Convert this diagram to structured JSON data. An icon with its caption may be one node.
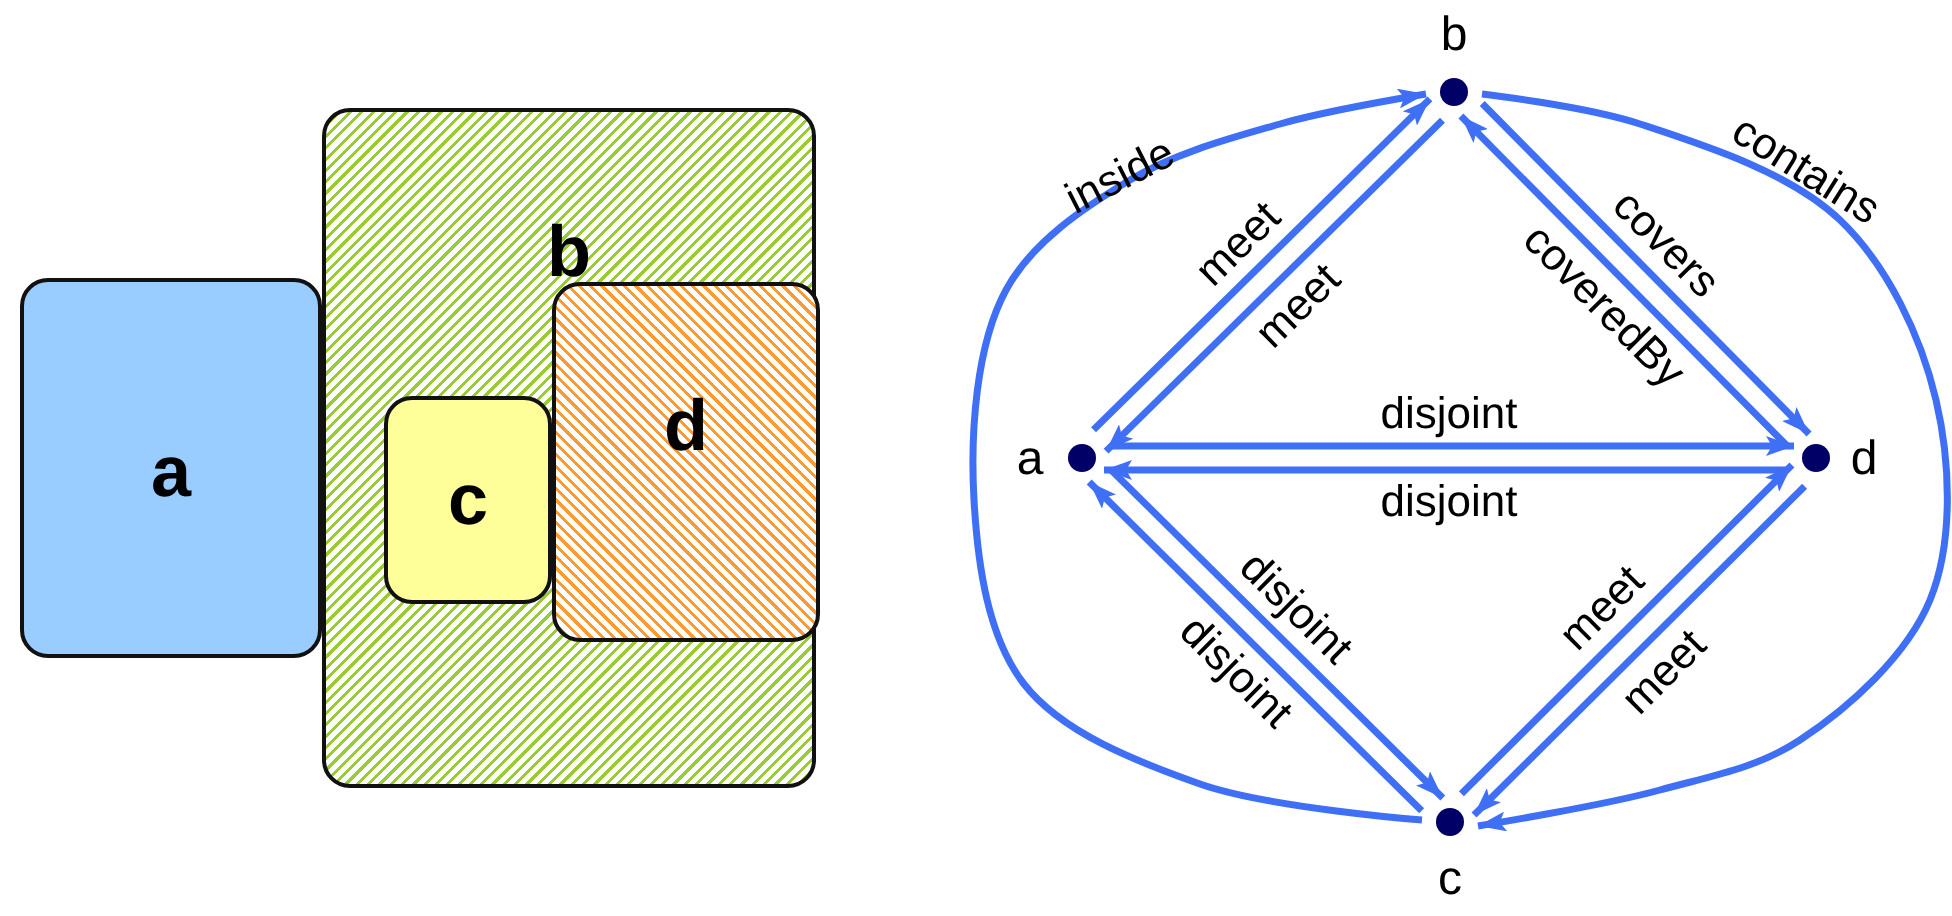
{
  "diagram": {
    "nodes": [
      {
        "text": [
          "a"
        ]
      },
      {
        "text": [
          "b"
        ]
      },
      {
        "text": [
          "c"
        ],
        "in": 1
      },
      {
        "text": [
          "d"
        ],
        "in": 1
      },
      {
        "text": [],
        "shape": "circle",
        "beside": [
          "b"
        ]
      },
      {
        "text": [],
        "shape": "circle",
        "beside": [
          "a"
        ]
      },
      {
        "text": [],
        "shape": "circle",
        "beside": [
          "d"
        ]
      },
      {
        "text": [],
        "shape": "circle",
        "beside": [
          "c"
        ]
      }
    ],
    "edges": [
      {
        "from": 7,
        "to": 4,
        "arrow": "to",
        "label": "inside"
      },
      {
        "from": 4,
        "to": 7,
        "arrow": "to",
        "label": "contains"
      },
      {
        "from": 5,
        "to": 4,
        "arrow": "to",
        "label": "meet"
      },
      {
        "from": 4,
        "to": 5,
        "arrow": "to",
        "label": "meet"
      },
      {
        "from": 4,
        "to": 6,
        "arrow": "to",
        "label": "covers"
      },
      {
        "from": 6,
        "to": 4,
        "arrow": "to",
        "label": "coveredBy"
      },
      {
        "from": 5,
        "to": 6,
        "arrow": "to",
        "label": "disjoint"
      },
      {
        "from": 6,
        "to": 5,
        "arrow": "to",
        "label": "disjoint"
      },
      {
        "from": 5,
        "to": 7,
        "arrow": "to",
        "label": "disjoint"
      },
      {
        "from": 7,
        "to": 5,
        "arrow": "to",
        "label": "disjoint"
      },
      {
        "from": 7,
        "to": 6,
        "arrow": "to",
        "label": "meet"
      },
      {
        "from": 6,
        "to": 7,
        "arrow": "to",
        "label": "meet"
      }
    ]
  }
}
